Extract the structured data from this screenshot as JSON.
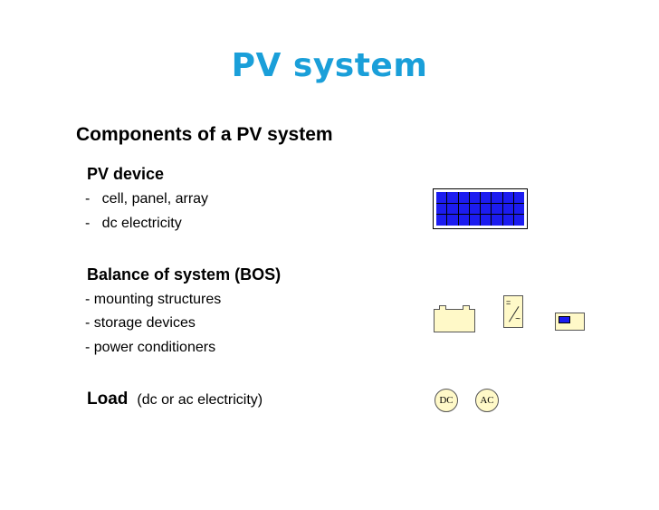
{
  "slide": {
    "title": "PV system",
    "heading": "Components of a PV system",
    "pv_device": {
      "label": "PV device",
      "items": [
        "-   cell, panel, array",
        "-   dc electricity"
      ]
    },
    "bos": {
      "label": "Balance of system (BOS)",
      "items": [
        "- mounting structures",
        "- storage devices",
        "- power conditioners"
      ]
    },
    "load": {
      "label": "Load",
      "note": "(dc or ac electricity)",
      "dc_label": "DC",
      "ac_label": "AC"
    },
    "inverter": {
      "dc_symbol": "=",
      "ac_symbol": "~"
    }
  },
  "colors": {
    "title": "#1a9fd9",
    "cell_blue": "#1c1cf0",
    "component_fill": "#fff9c8"
  }
}
